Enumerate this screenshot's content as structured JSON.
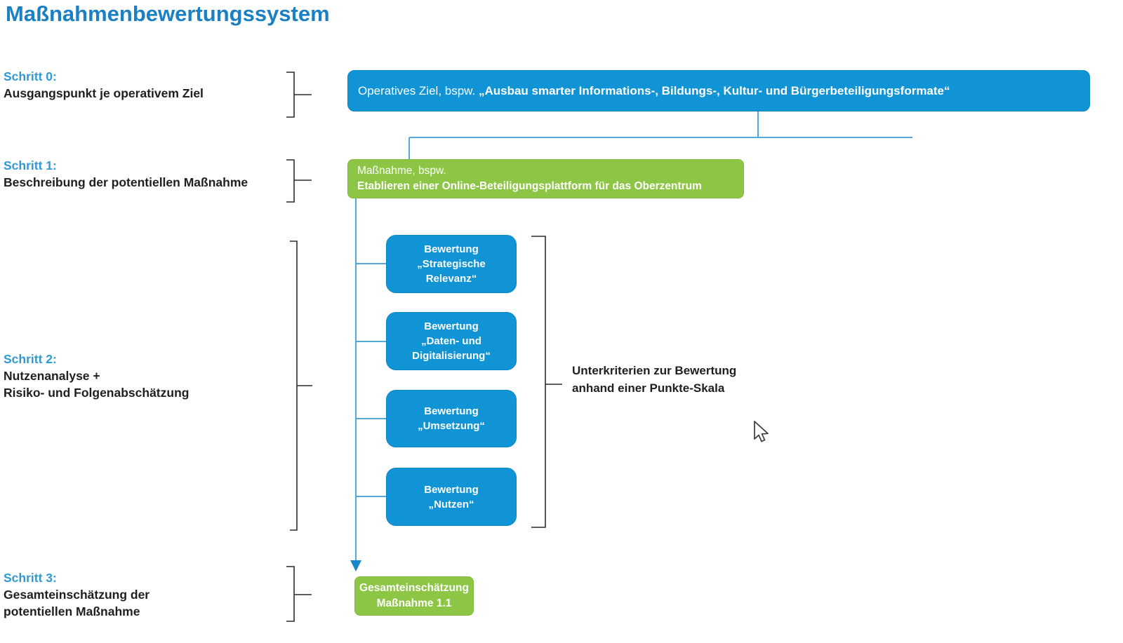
{
  "title": "Maßnahmenbewertungssystem",
  "steps": [
    {
      "label": "Schritt 0:",
      "lines": [
        "Ausgangspunkt je operativem Ziel"
      ]
    },
    {
      "label": "Schritt 1:",
      "lines": [
        "Beschreibung der potentiellen Maßnahme"
      ]
    },
    {
      "label": "Schritt 2:",
      "lines": [
        "Nutzenanalyse +",
        "Risiko- und Folgenabschätzung"
      ]
    },
    {
      "label": "Schritt 3:",
      "lines": [
        "Gesamteinschätzung der",
        "potentiellen Maßnahme"
      ]
    }
  ],
  "goal_box": {
    "prefix": "Operatives Ziel, bspw. ",
    "emphasis": "„Ausbau smarter Informations-, Bildungs-, Kultur- und Bürgerbeteiligungsformate“"
  },
  "measure_box": {
    "line1": "Maßnahme, bspw.",
    "line2": "Etablieren einer Online-Beteiligungsplattform für das Oberzentrum"
  },
  "criteria_boxes": [
    {
      "lines": [
        "Bewertung",
        "„Strategische",
        "Relevanz“"
      ]
    },
    {
      "lines": [
        "Bewertung",
        "„Daten- und",
        "Digitalisierung“"
      ]
    },
    {
      "lines": [
        "Bewertung",
        "„Umsetzung“"
      ]
    },
    {
      "lines": [
        "Bewertung",
        "„Nutzen“"
      ]
    }
  ],
  "subcriteria_note": {
    "line1": "Unterkriterien zur Bewertung",
    "line2": "anhand einer Punkte-Skala"
  },
  "overall_box": {
    "line1": "Gesamteinschätzung",
    "line2": "Maßnahme 1.1"
  },
  "colors": {
    "title_blue": "#1b7fc3",
    "label_blue": "#2e9ad5",
    "node_blue": "#1094d6",
    "node_green": "#8cc644",
    "connector_blue": "#54a9da",
    "arrow_blue": "#1886c9",
    "text_dark": "#1f1f1f"
  }
}
